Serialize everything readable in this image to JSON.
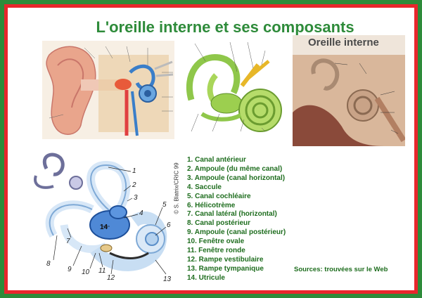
{
  "title": "L'oreille interne et ses composants",
  "panel3": {
    "heading": "Oreille interne"
  },
  "credit": "© S. Blatrix/CRIC 99",
  "legend": [
    "1. Canal antérieur",
    "2. Ampoule (du même canal)",
    "3. Ampoule (canal horizontal)",
    "4. Saccule",
    "5. Canal cochléaire",
    "6. Hélicotrème",
    "7. Canal latéral (horizontal)",
    "8. Canal postérieur",
    "9. Ampoule (canal postérieur)",
    "10. Fenêtre ovale",
    "11. Fenêtre ronde",
    "12. Rampe vestibulaire",
    "13. Rampe tympanique",
    "14. Utricule"
  ],
  "diagram_numbers": [
    "1",
    "2",
    "3",
    "4",
    "5",
    "6",
    "7",
    "8",
    "9",
    "10",
    "11",
    "12",
    "13",
    "14"
  ],
  "sources": "Sources:  trouvées sur le Web",
  "colors": {
    "outer_border": "#2e8b3a",
    "inner_border": "#e8262c",
    "title": "#2e8b3a",
    "legend_text": "#1e6d1e"
  }
}
